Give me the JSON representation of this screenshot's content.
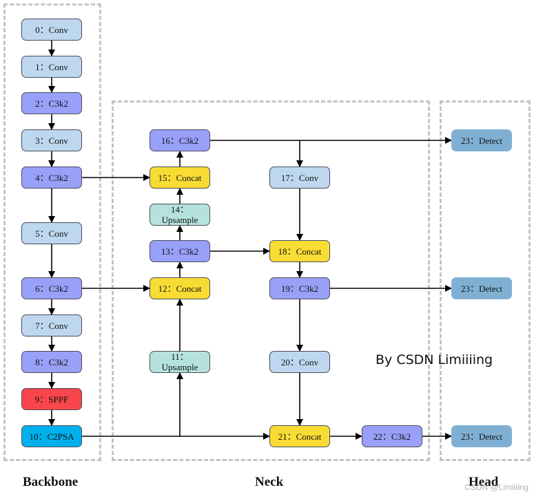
{
  "title": "YOLO11 network structure",
  "regions": [
    {
      "id": "backbone",
      "label": "Backbone"
    },
    {
      "id": "neck",
      "label": "Neck"
    },
    {
      "id": "head",
      "label": "Head"
    }
  ],
  "colors": {
    "Conv": "#bdd7ee",
    "C3k2": "#99a0f8",
    "SPPF": "#f8464a",
    "C2PSA": "#00b0ec",
    "Concat": "#f8dc34",
    "Upsample": "#b5e2dc",
    "Detect": "#7fb0d4"
  },
  "nodes": [
    {
      "id": 0,
      "text": "0：Conv",
      "type": "Conv"
    },
    {
      "id": 1,
      "text": "1：Conv",
      "type": "Conv"
    },
    {
      "id": 2,
      "text": "2：C3k2",
      "type": "C3k2"
    },
    {
      "id": 3,
      "text": "3：Conv",
      "type": "Conv"
    },
    {
      "id": 4,
      "text": "4：C3k2",
      "type": "C3k2"
    },
    {
      "id": 5,
      "text": "5：Conv",
      "type": "Conv"
    },
    {
      "id": 6,
      "text": "6：C3k2",
      "type": "C3k2"
    },
    {
      "id": 7,
      "text": "7：Conv",
      "type": "Conv"
    },
    {
      "id": 8,
      "text": "8：C3k2",
      "type": "C3k2"
    },
    {
      "id": 9,
      "text": "9：SPPF",
      "type": "SPPF"
    },
    {
      "id": 10,
      "text": "10：C2PSA",
      "type": "C2PSA"
    },
    {
      "id": 11,
      "text": "11：\nUpsample",
      "type": "Upsample"
    },
    {
      "id": 12,
      "text": "12：Concat",
      "type": "Concat"
    },
    {
      "id": 13,
      "text": "13：C3k2",
      "type": "C3k2"
    },
    {
      "id": 14,
      "text": "14：\nUpsample",
      "type": "Upsample"
    },
    {
      "id": 15,
      "text": "15：Concat",
      "type": "Concat"
    },
    {
      "id": 16,
      "text": "16：C3k2",
      "type": "C3k2"
    },
    {
      "id": 17,
      "text": "17：Conv",
      "type": "Conv"
    },
    {
      "id": 18,
      "text": "18：Concat",
      "type": "Concat"
    },
    {
      "id": 19,
      "text": "19：C3k2",
      "type": "C3k2"
    },
    {
      "id": 20,
      "text": "20：Conv",
      "type": "Conv"
    },
    {
      "id": 21,
      "text": "21：Concat",
      "type": "Concat"
    },
    {
      "id": 22,
      "text": "22：C3k2",
      "type": "C3k2"
    },
    {
      "id": "23a",
      "text": "23：Detect",
      "type": "Detect"
    },
    {
      "id": "23b",
      "text": "23：Detect",
      "type": "Detect"
    },
    {
      "id": "23c",
      "text": "23：Detect",
      "type": "Detect"
    }
  ],
  "edges": [
    [
      "0",
      "1"
    ],
    [
      "1",
      "2"
    ],
    [
      "2",
      "3"
    ],
    [
      "3",
      "4"
    ],
    [
      "4",
      "5"
    ],
    [
      "5",
      "6"
    ],
    [
      "6",
      "7"
    ],
    [
      "7",
      "8"
    ],
    [
      "8",
      "9"
    ],
    [
      "9",
      "10"
    ],
    [
      "10",
      "11"
    ],
    [
      "10",
      "21"
    ],
    [
      "11",
      "12"
    ],
    [
      "6",
      "12"
    ],
    [
      "12",
      "13"
    ],
    [
      "13",
      "14"
    ],
    [
      "14",
      "15"
    ],
    [
      "4",
      "15"
    ],
    [
      "15",
      "16"
    ],
    [
      "16",
      "23a"
    ],
    [
      "16",
      "17"
    ],
    [
      "17",
      "18"
    ],
    [
      "13",
      "18"
    ],
    [
      "18",
      "19"
    ],
    [
      "19",
      "23b"
    ],
    [
      "19",
      "20"
    ],
    [
      "20",
      "21"
    ],
    [
      "21",
      "22"
    ],
    [
      "22",
      "23c"
    ]
  ],
  "signature": "By CSDN Limiiiing",
  "watermark": "CSDN @Limiiiing"
}
